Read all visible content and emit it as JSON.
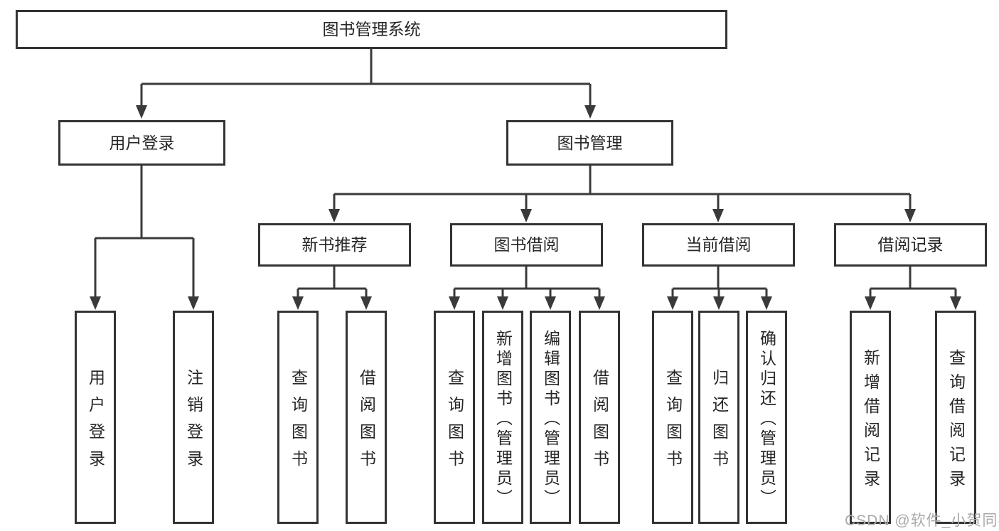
{
  "tree": {
    "root": {
      "label": "图书管理系统"
    },
    "level2": [
      {
        "label": "用户登录"
      },
      {
        "label": "图书管理"
      }
    ],
    "level3": [
      {
        "label": "新书推荐",
        "parent": "图书管理"
      },
      {
        "label": "图书借阅",
        "parent": "图书管理"
      },
      {
        "label": "当前借阅",
        "parent": "图书管理"
      },
      {
        "label": "借阅记录",
        "parent": "图书管理"
      }
    ],
    "leaves": [
      {
        "label": "用户登录",
        "parent": "用户登录"
      },
      {
        "label": "注销登录",
        "parent": "用户登录"
      },
      {
        "label": "查询图书",
        "parent": "新书推荐"
      },
      {
        "label": "借阅图书",
        "parent": "新书推荐"
      },
      {
        "label": "查询图书",
        "parent": "图书借阅"
      },
      {
        "label": "新增图书（管理员）",
        "parent": "图书借阅"
      },
      {
        "label": "编辑图书（管理员）",
        "parent": "图书借阅"
      },
      {
        "label": "借阅图书",
        "parent": "图书借阅"
      },
      {
        "label": "查询图书",
        "parent": "当前借阅"
      },
      {
        "label": "归还图书",
        "parent": "当前借阅"
      },
      {
        "label": "确认归还（管理员）",
        "parent": "当前借阅"
      },
      {
        "label": "新增借阅记录",
        "parent": "借阅记录"
      },
      {
        "label": "查询借阅记录",
        "parent": "借阅记录"
      }
    ]
  },
  "watermark": "CSDN @软件_小贺同学",
  "colors": {
    "line": "#3a3a3a",
    "box_border": "#333333",
    "text": "#262626",
    "watermark_text": "#a9a9a9",
    "background": "#ffffff"
  }
}
